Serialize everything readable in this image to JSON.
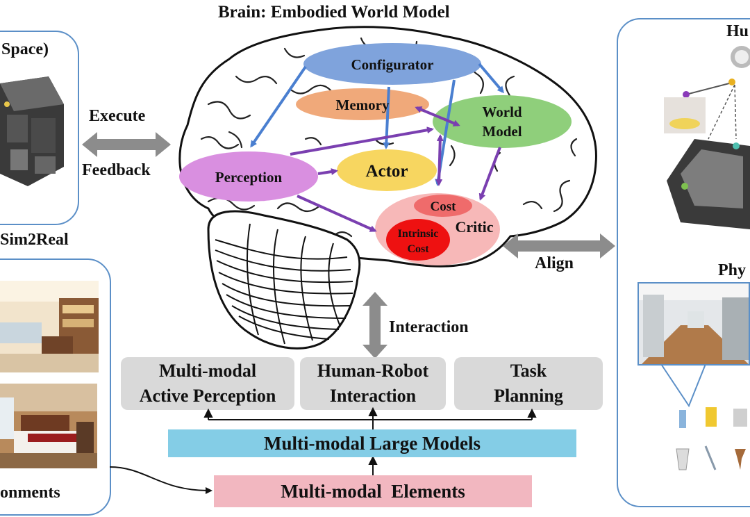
{
  "title": "Brain: Embodied World Model",
  "left_panel": {
    "top_label": "Space)",
    "sim_label": "Sim2Real",
    "bottom_label": "onments"
  },
  "left_arrow": {
    "top_label": "Execute",
    "bottom_label": "Feedback"
  },
  "brain_modules": {
    "configurator": "Configurator",
    "memory": "Memory",
    "world_model_line1": "World",
    "world_model_line2": "Model",
    "perception": "Perception",
    "actor": "Actor",
    "cost": "Cost",
    "critic": "Critic",
    "intrinsic_line1": "Intrinsic",
    "intrinsic_line2": "Cost"
  },
  "colors": {
    "configurator": "#7fa3dc",
    "memory": "#f0a97a",
    "world_model": "#8fcf7b",
    "perception": "#d98fe0",
    "actor": "#f7d660",
    "critic_outer": "#f7b8b8",
    "cost": "#ef6b6b",
    "intrinsic": "#ee1111",
    "blue_arrow": "#4a7fd0",
    "purple_arrow": "#7a3fb0",
    "grey_arrow": "#8c8c8c",
    "panel_border": "#5b8fc7",
    "chip_bg": "#d9d9d9",
    "llm_bar": "#84cde6",
    "elements_bar": "#f2b7c0"
  },
  "right_arrow": {
    "label": "Align"
  },
  "interaction_label": "Interaction",
  "chips": {
    "perception_line1": "Multi-modal",
    "perception_line2": "Active Perception",
    "hri_line1": "Human-Robot",
    "hri_line2": "Interaction",
    "task_line1": "Task",
    "task_line2": "Planning"
  },
  "llm_bar": "Multi-modal Large Models",
  "elements_bar": "Multi-modal  Elements",
  "right_panel": {
    "top_label": "Hu",
    "mid_label": "Phy"
  }
}
